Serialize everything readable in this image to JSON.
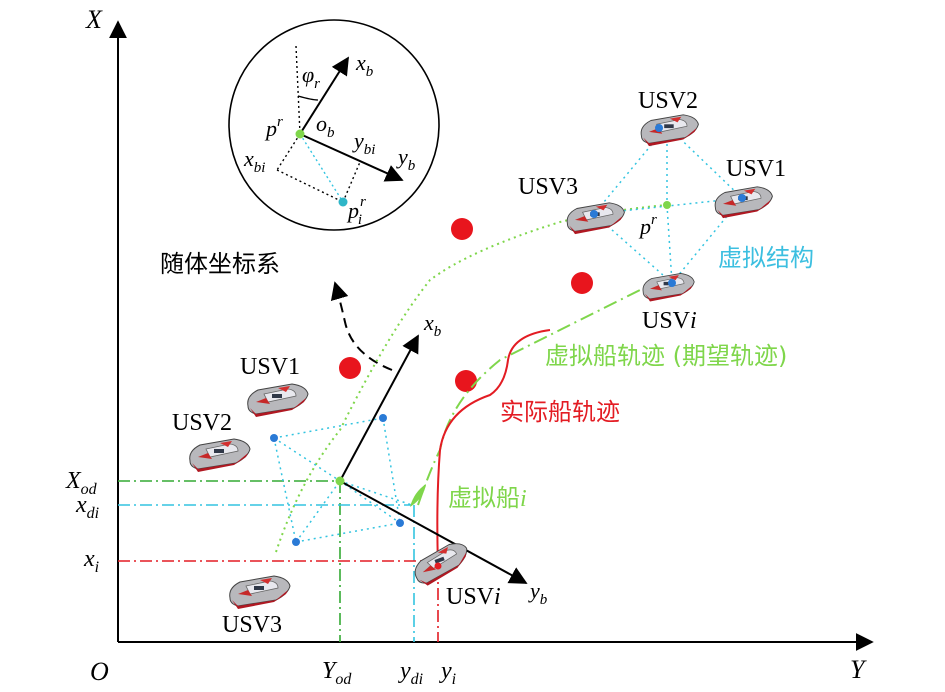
{
  "axes": {
    "x_axis_label": "X",
    "y_axis_label": "Y",
    "origin_label": "O",
    "ticks_x": {
      "X_od": {
        "base": "X",
        "sub": "od"
      },
      "x_di": {
        "base": "x",
        "sub": "di"
      },
      "x_i": {
        "base": "x",
        "sub": "i"
      }
    },
    "ticks_y": {
      "Y_od": {
        "base": "Y",
        "sub": "od"
      },
      "y_di": {
        "base": "y",
        "sub": "di"
      },
      "y_i": {
        "base": "y",
        "sub": "i"
      }
    }
  },
  "inset": {
    "title": "随体坐标系",
    "phi": {
      "base": "φ",
      "sub": "r"
    },
    "p_r": {
      "base": "p",
      "sup": "r"
    },
    "o_b": {
      "base": "o",
      "sub": "b"
    },
    "x_b": {
      "base": "x",
      "sub": "b"
    },
    "y_b": {
      "base": "y",
      "sub": "b"
    },
    "y_bi": {
      "base": "y",
      "sub": "bi"
    },
    "x_bi": {
      "base": "x",
      "sub": "bi"
    },
    "p_i_r": {
      "base": "p",
      "sub": "i",
      "sup": "r"
    }
  },
  "formation_top": {
    "usv1": "USV1",
    "usv2": "USV2",
    "usv3": "USV3",
    "usvi": {
      "base": "USV",
      "italic": "i"
    },
    "p_r": {
      "base": "p",
      "sup": "r"
    },
    "structure_label": "虚拟结构"
  },
  "formation_bottom": {
    "usv1": "USV1",
    "usv2": "USV2",
    "usv3": "USV3",
    "usvi": {
      "base": "USV",
      "italic": "i"
    },
    "x_b": {
      "base": "x",
      "sub": "b"
    },
    "y_b": {
      "base": "y",
      "sub": "b"
    }
  },
  "legend": {
    "virtual_trajectory": "虚拟船轨迹 (期望轨迹)",
    "actual_trajectory": "实际船轨迹",
    "virtual_ship": {
      "base": "虚拟船",
      "italic": "i"
    }
  },
  "colors": {
    "axis": "#000000",
    "cyan_dotted": "#33c4e0",
    "green": "#7fd64b",
    "green_dashdot": "#33aa33",
    "red": "#e31c23",
    "cyan_text": "#3cbfe0",
    "blue_dot": "#2a7ad6",
    "obstacle": "#e8151d"
  }
}
